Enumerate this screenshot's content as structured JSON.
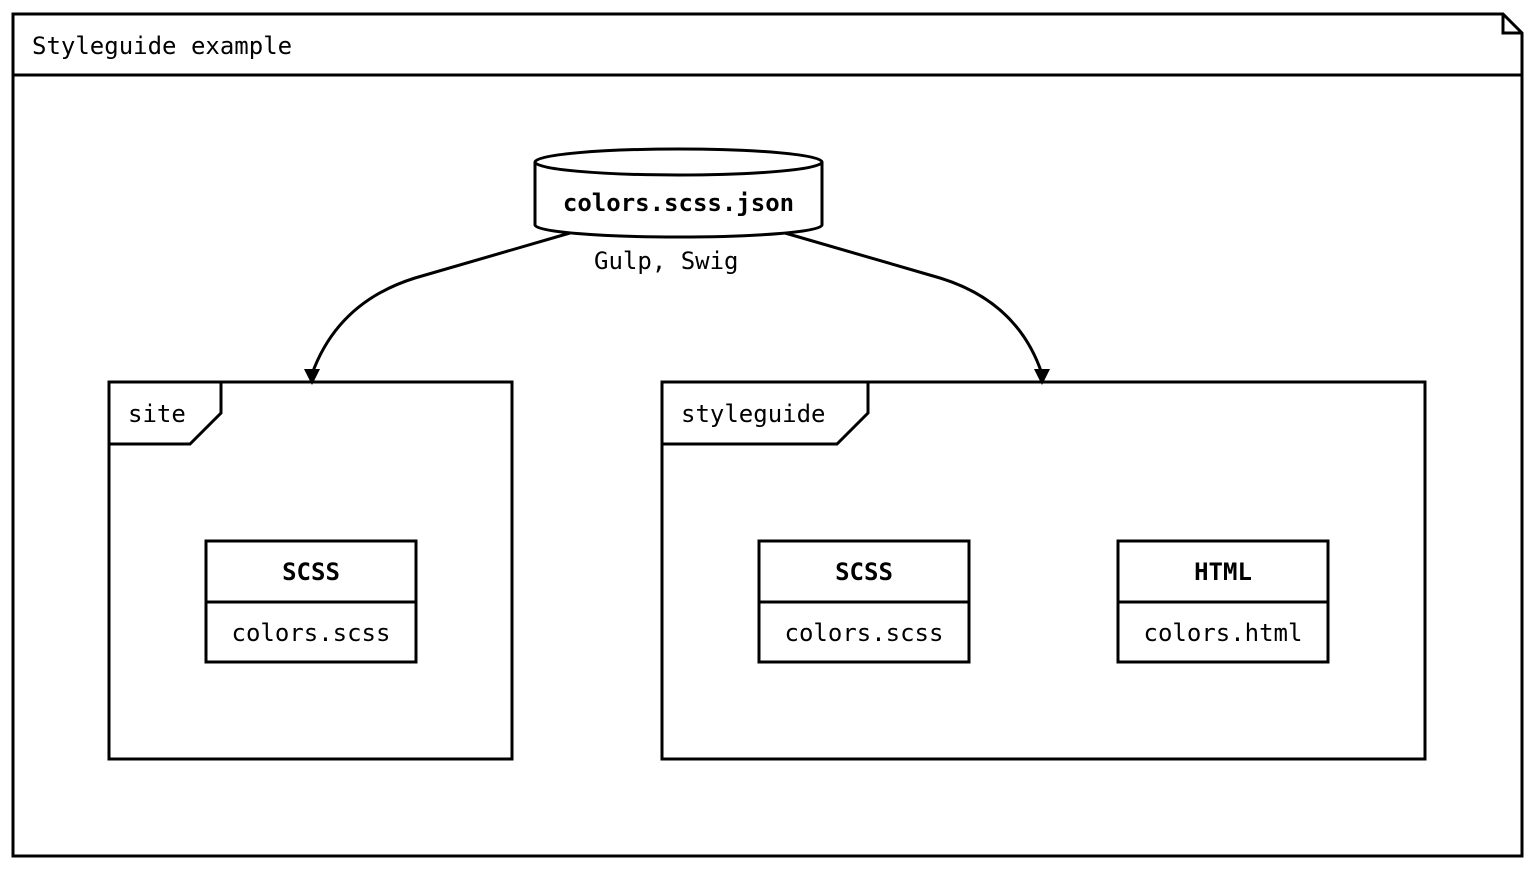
{
  "frame": {
    "title": "Styleguide example"
  },
  "source": {
    "label": "colors.scss.json"
  },
  "flow_label": "Gulp, Swig",
  "packages": [
    {
      "name": "site",
      "components": [
        {
          "stereotype": "SCSS",
          "file": "colors.scss"
        }
      ]
    },
    {
      "name": "styleguide",
      "components": [
        {
          "stereotype": "SCSS",
          "file": "colors.scss"
        },
        {
          "stereotype": "HTML",
          "file": "colors.html"
        }
      ]
    }
  ]
}
